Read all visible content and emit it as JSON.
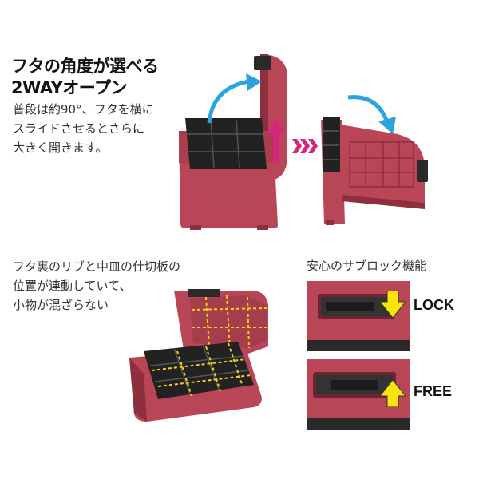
{
  "top": {
    "headline": "フタの角度が選べる\n2WAYオープン",
    "body": "普段は約90°、フタを横に\nスライドさせるとさらに\n大きく開きます。"
  },
  "middle": {
    "note": "フタ裏のリブと中皿の仕切板の\n位置が連動していて、\n小物が混ざらない"
  },
  "sublock": {
    "title": "安心のサブロック機能",
    "lock_label": "LOCK",
    "free_label": "FREE"
  },
  "colors": {
    "box_red": "#b94656",
    "box_red_dark": "#8f2f3e",
    "tray_black": "#222222",
    "arrow_blue": "#2aa3df",
    "arrow_magenta": "#d7257d",
    "arrow_yellow": "#f6e40b",
    "dashed_guide": "#f2d31b"
  },
  "icons": {
    "rotate_arrow": "curved-arrow-icon",
    "slide_arrow": "up-arrow-icon",
    "next_arrow": "triple-chevron-icon",
    "lock_arrow": "down-arrow-icon",
    "free_arrow": "up-arrow-icon"
  }
}
